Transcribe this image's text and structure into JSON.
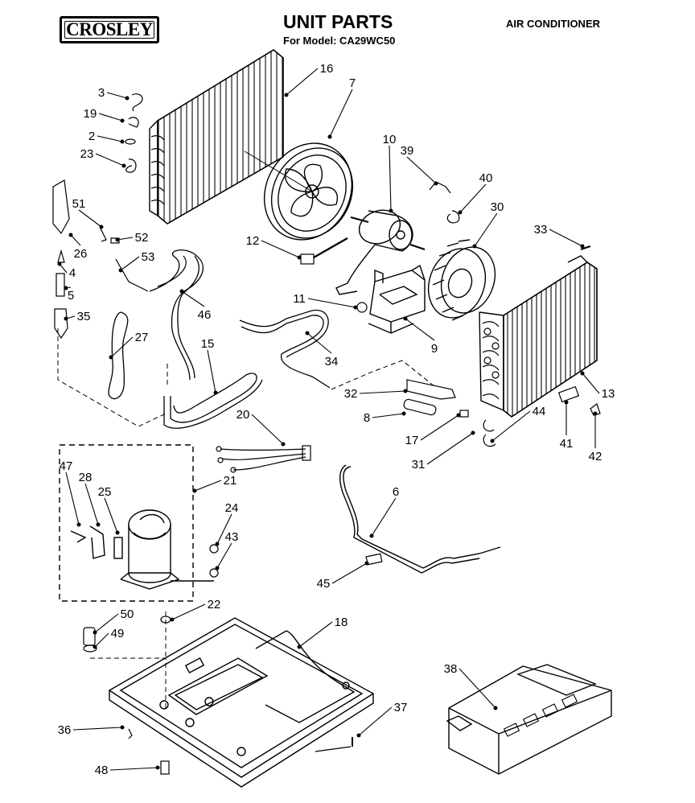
{
  "header": {
    "brand": "CROSLEY",
    "title": "UNIT PARTS",
    "model": "For Model: CA29WC50",
    "category": "AIR CONDITIONER"
  },
  "callouts": [
    "2",
    "3",
    "4",
    "5",
    "6",
    "7",
    "8",
    "9",
    "10",
    "11",
    "12",
    "13",
    "15",
    "16",
    "17",
    "18",
    "19",
    "20",
    "21",
    "22",
    "23",
    "24",
    "25",
    "26",
    "27",
    "28",
    "30",
    "31",
    "32",
    "33",
    "34",
    "35",
    "36",
    "37",
    "38",
    "39",
    "40",
    "41",
    "42",
    "43",
    "44",
    "45",
    "46",
    "47",
    "48",
    "49",
    "50",
    "51",
    "52",
    "53"
  ]
}
